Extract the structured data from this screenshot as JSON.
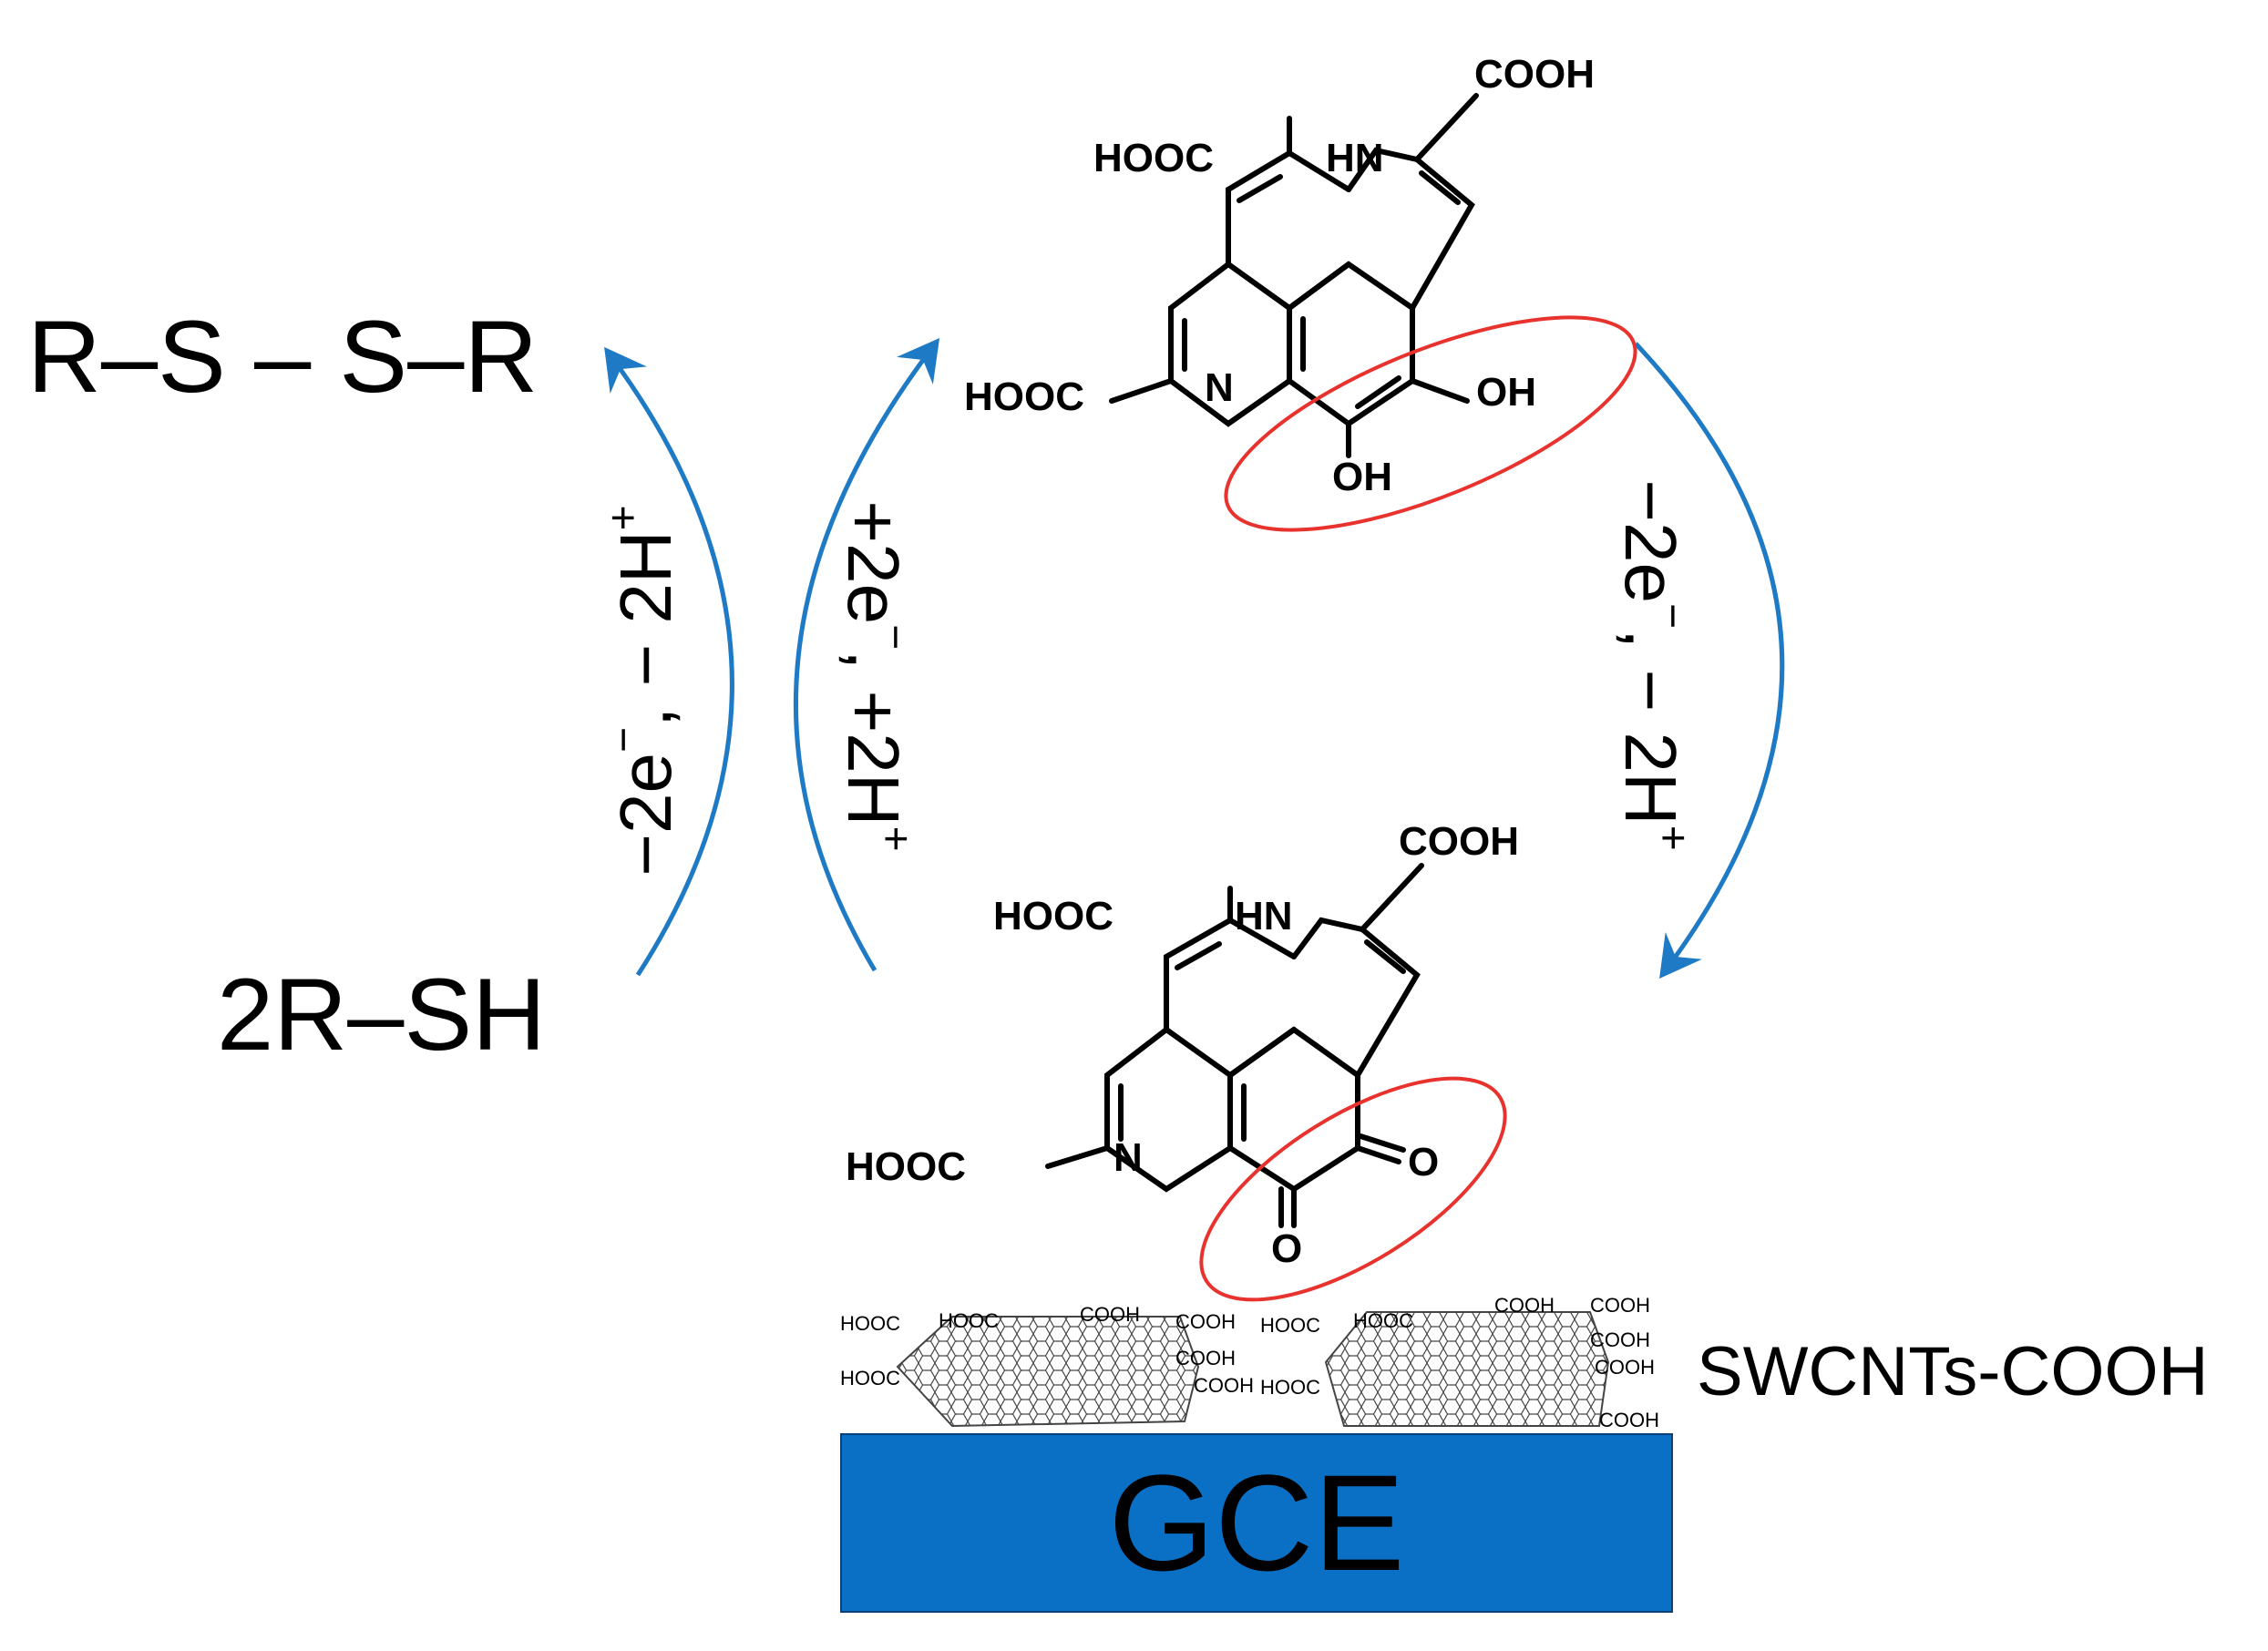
{
  "species": {
    "disulfide": "R–S – S–R",
    "thiol": "2R–SH"
  },
  "steps": {
    "thiol_oxidation": {
      "text": "−2e",
      "sup1": "−",
      "mid": ", − 2H",
      "sup2": "+"
    },
    "pqq_reduction": {
      "text": "+2e",
      "sup1": "−",
      "mid": ", +2H",
      "sup2": "+"
    },
    "pqqh2_oxidation": {
      "text": "−2e",
      "sup1": "−",
      "mid": ", − 2H",
      "sup2": "+"
    }
  },
  "molecule_top": {
    "cooh_top": "COOH",
    "hooc_upper": "HOOC",
    "nh": "HN",
    "hooc_left": "HOOC",
    "n": "N",
    "oh_right": "OH",
    "oh_bottom": "OH"
  },
  "molecule_bottom": {
    "cooh_top": "COOH",
    "hooc_upper": "HOOC",
    "nh": "HN",
    "hooc_left": "HOOC",
    "n": "N",
    "o_right": "O",
    "o_bottom": "O"
  },
  "nanotubes": {
    "label": "SWCNTs-COOH",
    "group_labels": [
      "HOOC",
      "HOOC",
      "HOOC",
      "COOH",
      "COOH",
      "COOH",
      "COOH",
      "HOOC",
      "HOOC",
      "HOOC",
      "COOH",
      "COOH",
      "COOH",
      "COOH",
      "COOH"
    ]
  },
  "electrode": {
    "label": "GCE"
  },
  "colors": {
    "arrow": "#1e7ac4",
    "highlight_ellipse": "#e8322e",
    "electrode_fill": "#0a70c6"
  }
}
